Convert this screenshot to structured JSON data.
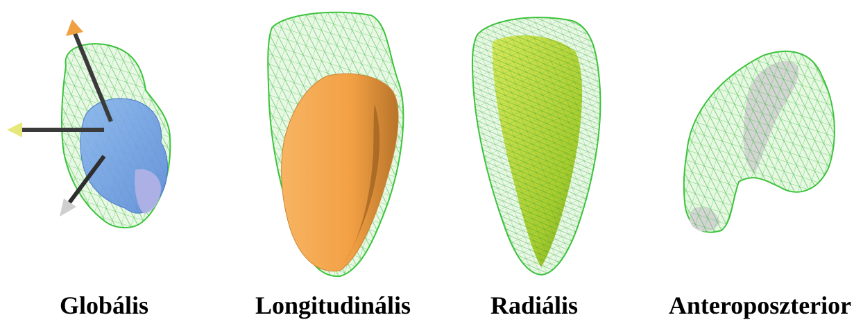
{
  "panels": [
    {
      "caption": "Globális"
    },
    {
      "caption": "Longitudinális"
    },
    {
      "caption": "Radiális"
    },
    {
      "caption": "Anteroposzterior"
    }
  ],
  "colors": {
    "mesh_green": "#3cc43c",
    "mesh_fill": "#c8f0c0",
    "blue_volume": "#6f9ee6",
    "orange_volume": "#f4a24a",
    "yellow_green_volume": "#b7d83a",
    "gray_volume": "#d4d4d4",
    "arrow_orange": "#f0a040",
    "arrow_yellow": "#e6e87a",
    "arrow_gray": "#cfcfcf"
  }
}
